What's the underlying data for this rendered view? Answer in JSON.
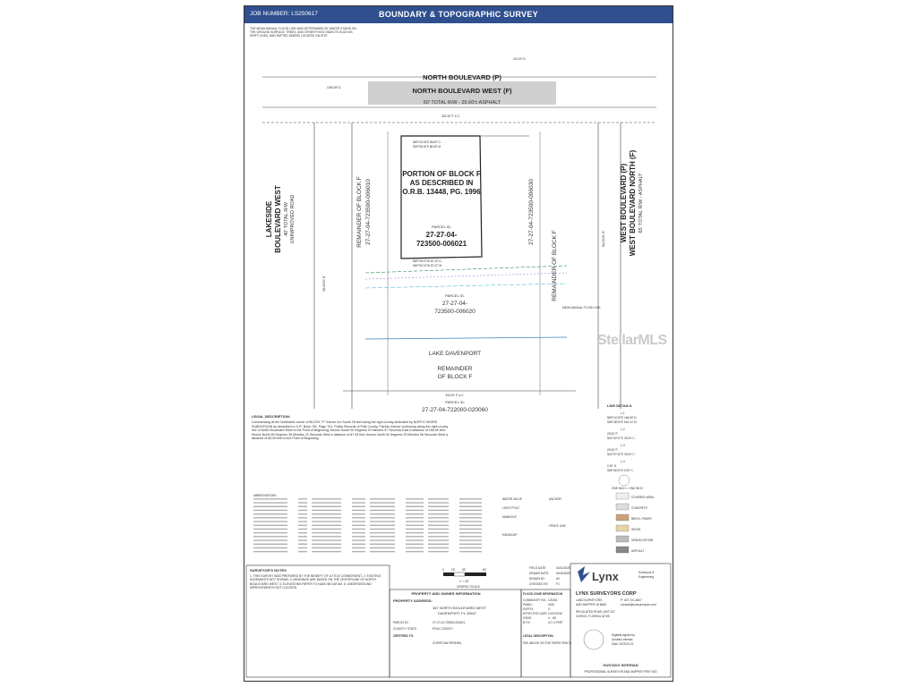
{
  "header": {
    "job_number": "JOB NUMBER: LS250617",
    "title": "BOUNDARY & TOPOGRAPHIC SURVEY"
  },
  "flood_note": "THE MEAN ANNUAL FLOOD LINE WAS DETERMINED BY WATER STAINS ON THE GROUND SURFACE, TREES, AND OTHER FIXED OBJECTS SUCH AS DRIFT LINES, AND RAFTED DEBRIS LOCATED ON-SITE",
  "plan": {
    "road_north_p": "NORTH BOULEVARD (P)",
    "road_north_west_f": "NORTH BOULEVARD WEST (F)",
    "row_north": "50' TOTAL R/W - 25.60'± ASPHALT",
    "road_lakeside": "LAKESIDE",
    "road_boulevard_west": "BOULEVARD WEST",
    "row_west": "40' TOTAL R/W",
    "unimproved": "UNIMPROVED ROAD",
    "road_west_blvd_p": "WEST BOULEVARD (P)",
    "road_west_blvd_north": "WEST BOULEVARD NORTH (F)",
    "row_east": "65' TOTAL R/W - ASPHALT",
    "portion_line1": "PORTION OF BLOCK F",
    "portion_line2": "AS DESCRIBED IN",
    "portion_line3": "O.R.B. 13448, PG. 1996",
    "parcel_label": "PARCEL ID:",
    "parcel_line1": "27-27-04-",
    "parcel_line2": "723500-006021",
    "remainder_left": "REMAINDER OF BLOCK F",
    "remainder_left_id": "27-27-04-723500-006010",
    "remainder_right": "REMAINDER OF BLOCK F",
    "remainder_right_id": "27-27-04-723500-006030",
    "parcel_south_label": "PARCEL ID:",
    "parcel_south_1": "27-27-04-",
    "parcel_south_2": "723500-006020",
    "lake": "LAKE DAVENPORT",
    "remainder_south1": "REMAINDER",
    "remainder_south2": "OF BLOCK F",
    "bottom_dim": "333.20' P. & C.",
    "bottom_parcel_label": "PARCEL ID:",
    "bottom_parcel": "27-27-04-722000-020060",
    "bearing_top_p": "N89°44'15\"E 86.69' D.",
    "bearing_top_m": "S89°56'16\"E 86.69' M.",
    "bearing_bottom_d": "N89°39'23\"W 87.25' D.",
    "bearing_bottom_m": "N89°50'13\"W 87.22' M.",
    "dim_top_left": "1336.89' D.",
    "dim_top_right": "210.00' D.",
    "dim_top_line": "333.30' P. & C.",
    "block_e": "BLOCK E",
    "block_g": "BLOCK G",
    "mean_flood": "MEAN ANNUAL FLOOD LINE"
  },
  "line_details": {
    "title": "LINE DETAILS:",
    "lines": [
      {
        "id": "L-1",
        "a": "N89°44'15\"E 166.69' D.",
        "b": "S89°48'34\"E 166.14' M."
      },
      {
        "id": "L-2",
        "a": "25.00' P.",
        "b": "N00°42'47\"E 25.20' C."
      },
      {
        "id": "L-3",
        "a": "25.00' P.",
        "b": "N00°07'42\"E 25.00' C."
      },
      {
        "id": "L-4",
        "a": "0.92' D.",
        "b": "S89°46'24\"E 0.92' C."
      }
    ],
    "scale_note": "ONE INCH = ONE INCH"
  },
  "legal": {
    "title": "LEGAL DESCRIPTION:",
    "text": "Commencing at the Northwest corner of BLOCK \"F\" thence run South 25 feet along the right-of-way dedicated by NORTH SHORE SUBDIVISION as described in O.R. Book 781, Page 701, Public Records of Polk County, Florida; thence continuing along the right-of-way line of North Boulevard West to the Point of Beginning; thence South 00 Degrees 20 Minutes 57 Seconds East a distance of 166.69 feet; thence North 89 Degrees 39 Minutes 23 Seconds West a distance of 87.25 feet; thence North 00 Degrees 25 Minutes 56 Seconds West a distance of 80.00 feet to the Point of Beginning."
  },
  "abbreviations_title": "ABBREVIATIONS",
  "symbols_legend": [
    "WATER VALVE",
    "LIGHT POLE",
    "MANHOLE",
    "ANCHOR",
    "HANDICAP",
    "FENCE LINE",
    "COVERED AREA",
    "CONCRETE",
    "BRICK / PAVER",
    "WOOD",
    "GRAVEL/STONE",
    "ASPHALT"
  ],
  "notes": {
    "title": "SURVEYOR'S NOTES",
    "text": "1. THIS SURVEY WAS PREPARED BY THE BENEFIT OF A TITLE COMMITMENT. 2. EXISTING EASEMENTS NOT SHOWN. 3. BEARINGS ARE BASED ON THE CENTERLINE OF NORTH BOULEVARD WEST. 4. ELEVATIONS REFER TO NAVD 88 DATUM. 5. UNDERGROUND IMPROVEMENTS NOT LOCATED."
  },
  "scale": {
    "ticks": [
      "0",
      "15'",
      "30'",
      "60'"
    ],
    "ratio": "1\" = 30'",
    "label": "GRAPHIC SCALE"
  },
  "property_info": {
    "title": "PROPERTY AND OWNER INFORMATION",
    "address_label": "PROPERTY ADDRESS:",
    "address_1": "367 NORTH BOULEVARD WEST",
    "address_2": "DAVENPORT, FL 33837",
    "parcel_label": "PARCEL ID:",
    "parcel": "27-27-04-723500-006021",
    "county_label": "COUNTY / STATE:",
    "county": "POLK COUNTY",
    "certified_label": "CERTIFIED TO:",
    "certified": "CHRISTIAN PEREIRA",
    "legal_label": "LEGAL DESCRIPTION:",
    "legal_ref": "SEE ABOVE ON THE PAPER SPACE"
  },
  "field_info": {
    "field_date_label": "FIELD DATE:",
    "field_date": "04/11/2025",
    "drawn_label": "DRAWN DATE:",
    "drawn": "04/16/2025",
    "drawn_by_label": "DRAWN BY:",
    "drawn_by": "AV",
    "checked_label": "CHECKED BY:",
    "checked": "FJ"
  },
  "flood_zone": {
    "title": "FLOOD ZONE INFORMATION",
    "community_label": "COMMUNITY NO.:",
    "community": "120261",
    "panel_label": "PANEL:",
    "panel": "0240",
    "suffix_label": "SUFFIX:",
    "suffix": "G",
    "effective_label": "EFFECTIVE DATE:",
    "effective": "12/22/2016",
    "zone_label": "ZONE:",
    "zone": "X - AE",
    "bfe_label": "B.F.E.:",
    "bfe": "117.4 FEET"
  },
  "firm": {
    "name": "Lynx",
    "tagline1": "Surveyors &",
    "tagline2": "Engineering",
    "company": "LYNX SURVEYORS CORP",
    "sub1": "LAND SURVEYORS",
    "sub2": "AND MAPPER LB 8468",
    "phone": "P: 407-721-4807",
    "email": "contact@lynxsurveyors.com",
    "address": "REGULATED ROAD UNIT 207",
    "city": "OVIEDO, FLORIDA 32765",
    "signed1": "Digitally signed by",
    "signed2": "Gustavo Interian",
    "signed3": "Date: 2025.04.22",
    "surveyor": "GUSTAVO INTERIAN",
    "surveyor_sub": "PROFESSIONAL SURVEYOR AND MAPPER PSM 7402"
  },
  "watermark": "StellarMLS",
  "colors": {
    "title_bar": "#2f4f8f",
    "road_band": "#c8c8c8",
    "parcel_line": "#222222",
    "flood_line": "#2e8b57"
  }
}
